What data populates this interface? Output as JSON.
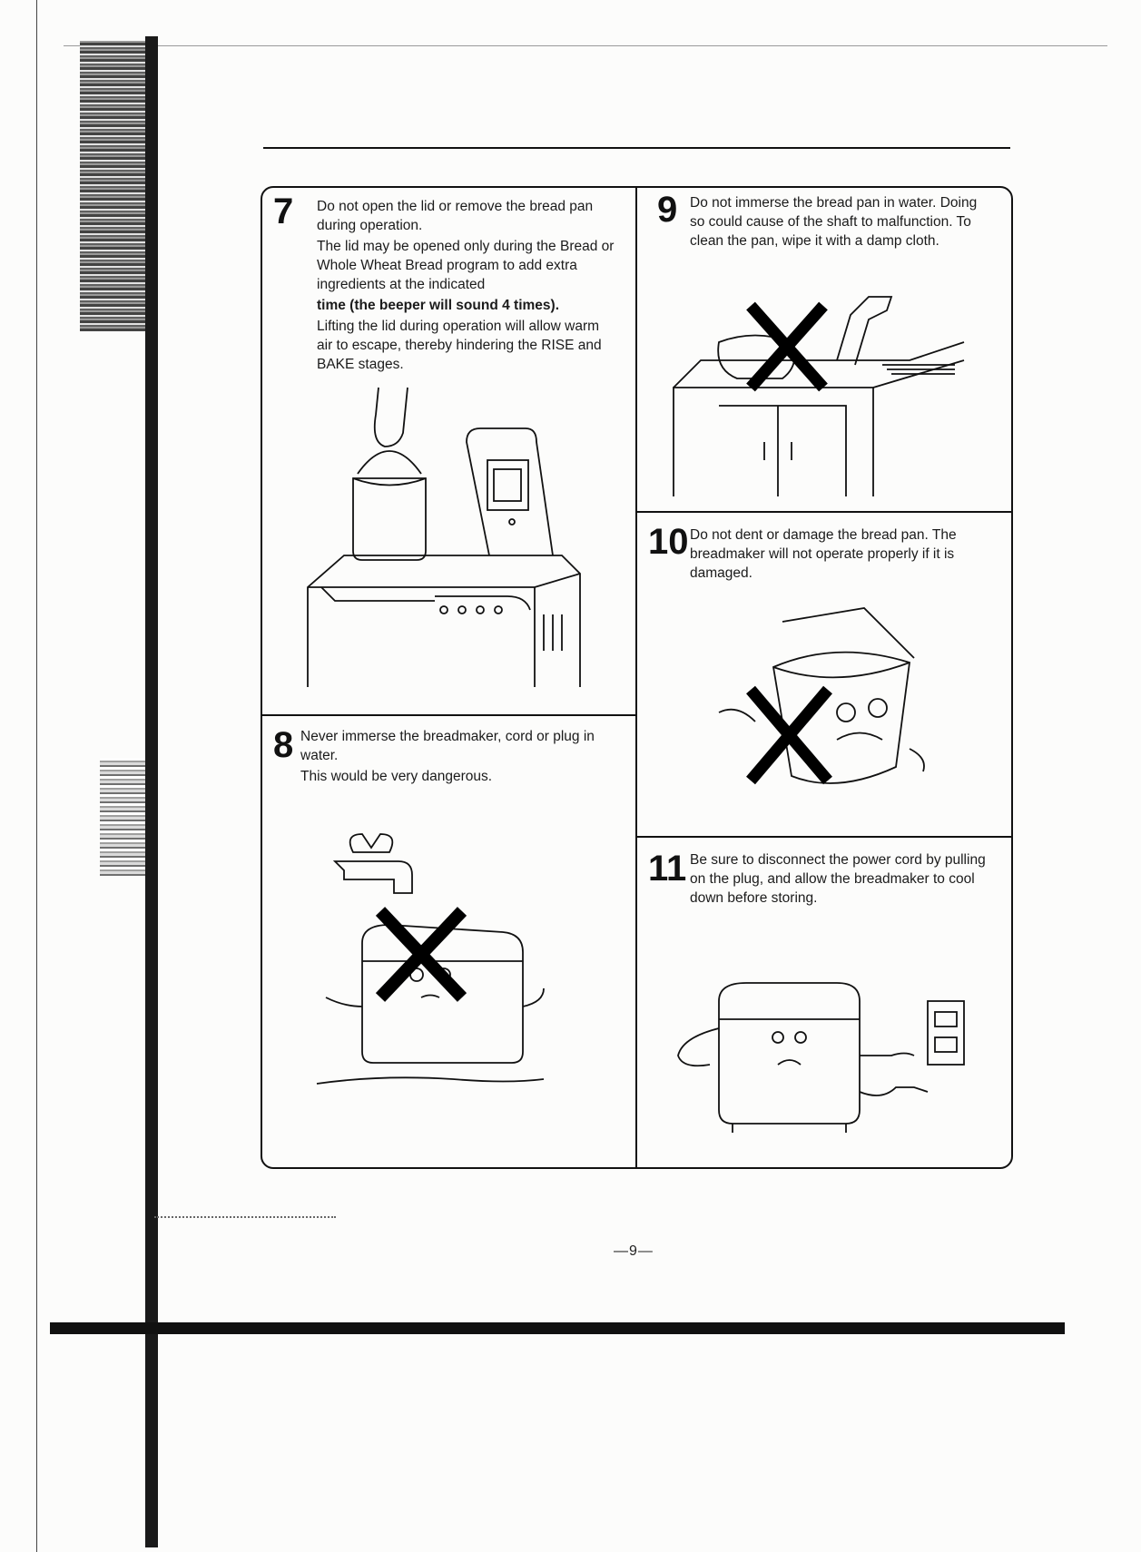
{
  "page": {
    "number": "—9—"
  },
  "panels": {
    "p7": {
      "number": "7",
      "text1": "Do not open the lid or remove the bread pan during operation.",
      "text2": "The lid may be opened only during the Bread or Whole Wheat Bread program to add extra ingredients at the indicated",
      "text3": "time (the beeper will sound 4 times).",
      "text4": "Lifting the lid during operation will allow warm air to escape, thereby hindering the RISE and BAKE stages."
    },
    "p8": {
      "number": "8",
      "text1": "Never immerse the breadmaker, cord or plug in water.",
      "text2": "This would be very dangerous."
    },
    "p9": {
      "number": "9",
      "text1": "Do not immerse the bread pan in water. Doing so could cause of the shaft to malfunction. To clean the pan, wipe it with a damp cloth."
    },
    "p10": {
      "number": "10",
      "text1": "Do not dent or damage the bread pan. The breadmaker will not operate properly if it is damaged."
    },
    "p11": {
      "number": "11",
      "text1": "Be sure to disconnect the power cord by pulling on the plug, and allow the breadmaker to cool down before storing."
    }
  },
  "icons": [
    "hand-lifting-bread-pan-illustration",
    "faucet-breadmaker-x-illustration",
    "sink-bread-pan-x-illustration",
    "dented-pan-x-illustration",
    "unplug-breadmaker-illustration"
  ]
}
